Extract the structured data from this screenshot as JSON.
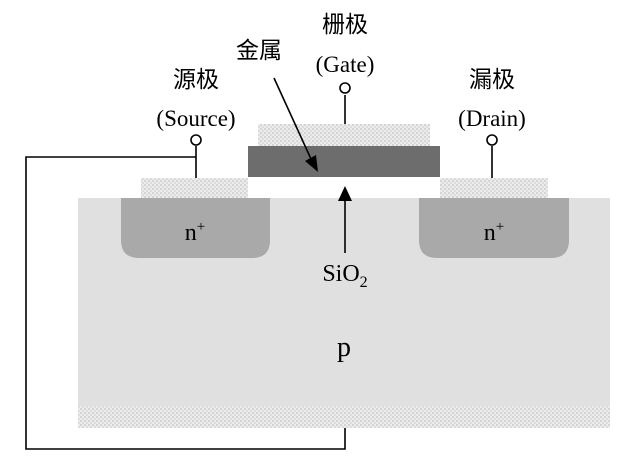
{
  "labels": {
    "gate_zh": "栅极",
    "gate_en": "(Gate)",
    "metal_zh": "金属",
    "source_zh": "源极",
    "source_en": "(Source)",
    "drain_zh": "漏极",
    "drain_en": "(Drain)",
    "n_plus": "n",
    "plus_sup": "+",
    "oxide_main": "SiO",
    "oxide_sub": "2",
    "substrate": "p"
  },
  "colors": {
    "substrate": "#e0e0e0",
    "n_region": "#a9a9a9",
    "gate_metal": "#6d6d6d",
    "contact_stipple": "#e6e6e6",
    "line": "#000000"
  }
}
